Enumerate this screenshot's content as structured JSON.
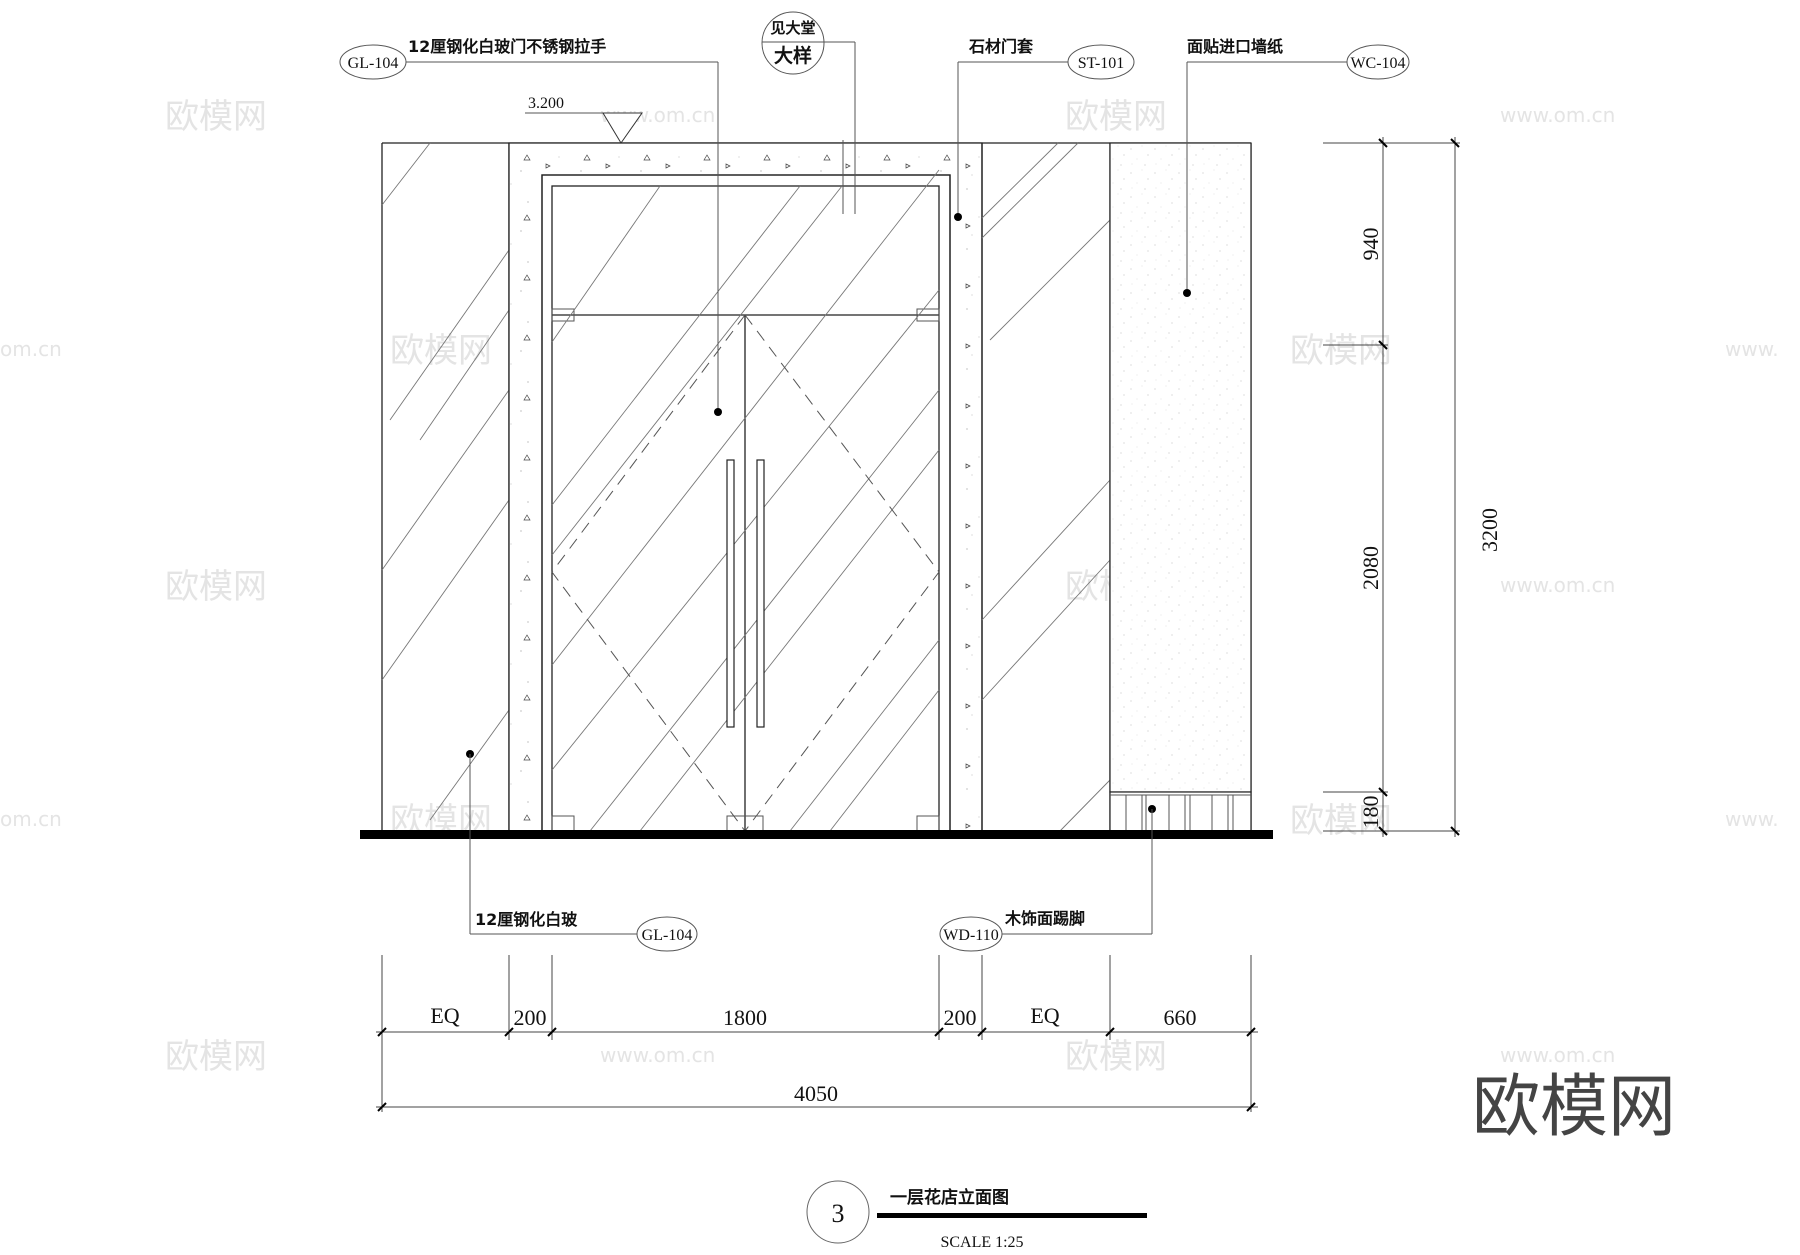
{
  "drawing": {
    "title": "一层花店立面图",
    "number": "3",
    "scale": "SCALE 1:25",
    "level_mark": "3.200"
  },
  "callouts": {
    "door_handle": {
      "text": "12厘钢化白玻门不锈钢拉手",
      "tag": "GL-104"
    },
    "detail_ref": {
      "top": "见大堂",
      "bottom": "大样"
    },
    "stone_frame": {
      "text": "石材门套",
      "tag": "ST-101"
    },
    "wallpaper": {
      "text": "面贴进口墙纸",
      "tag": "WC-104"
    },
    "glass": {
      "text": "12厘钢化白玻",
      "tag": "GL-104"
    },
    "skirting": {
      "text": "木饰面踢脚",
      "tag": "WD-110"
    }
  },
  "dimensions": {
    "horizontal": [
      {
        "label": "EQ"
      },
      {
        "label": "200"
      },
      {
        "label": "1800"
      },
      {
        "label": "200"
      },
      {
        "label": "EQ"
      },
      {
        "label": "660"
      }
    ],
    "total_width": "4050",
    "vertical": [
      {
        "label": "940"
      },
      {
        "label": "2080"
      },
      {
        "label": "180"
      }
    ],
    "total_height": "3200"
  },
  "watermark": {
    "brand": "欧模网",
    "url": "www.om.cn"
  }
}
